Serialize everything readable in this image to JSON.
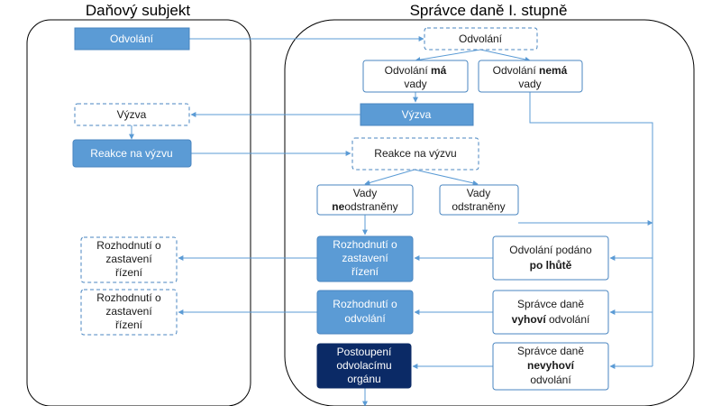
{
  "lanes": {
    "left_title": "Daňový subjekt",
    "right_title": "Správce daně I. stupně"
  },
  "nodes": {
    "odvolani_ds": "Odvolání",
    "odvolani_sd": "Odvolání",
    "ma_vady": {
      "line1_a": "Odvolání ",
      "line1_b": "má",
      "line2": "vady"
    },
    "nema_vady": {
      "line1_a": "Odvolání ",
      "line1_b": "nemá",
      "line2": "vady"
    },
    "vyzva_sd": "Výzva",
    "vyzva_ds": "Výzva",
    "reakce_ds": "Reakce na výzvu",
    "reakce_sd": "Reakce na výzvu",
    "neodstraneny": {
      "line1": "Vady",
      "line2_a": "ne",
      "line2_b": "odstraněny"
    },
    "odstraneny": {
      "line1": "Vady",
      "line2": "odstraněny"
    },
    "rozhodnuti_zastaveni_sd": {
      "line1": "Rozhodnutí o",
      "line2": "zastavení",
      "line3": "řízení"
    },
    "rozhodnuti_zastaveni_ds": {
      "line1": "Rozhodnutí o",
      "line2": "zastavení",
      "line3": "řízení"
    },
    "po_lhute": {
      "line1": "Odvolání podáno",
      "line2": "po lhůtě"
    },
    "rozhodnuti_odvolani_sd": {
      "line1": "Rozhodnutí o",
      "line2": "odvolání"
    },
    "rozhodnuti_odvolani_ds": {
      "line1": "Rozhodnutí o",
      "line2": "zastavení",
      "line3": "řízení"
    },
    "vyhovi": {
      "line1": "Správce daně",
      "line2_a": "vyhoví",
      "line2_b": " odvolání"
    },
    "postoupeni": {
      "line1": "Postoupení",
      "line2": "odvolacímu",
      "line3": "orgánu"
    },
    "nevyhovi": {
      "line1": "Správce daně",
      "line2": "nevyhoví",
      "line3": "odvolání"
    }
  },
  "colors": {
    "blue_fill": "#5b9bd5",
    "navy_fill": "#0b2a66",
    "connector": "#5b9bd5"
  }
}
